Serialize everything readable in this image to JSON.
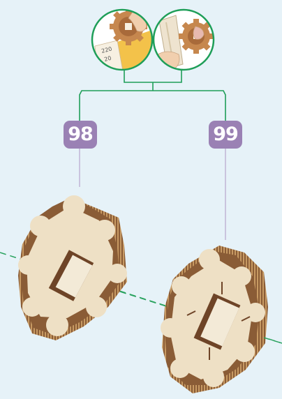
{
  "steps": [
    {
      "number": "98"
    },
    {
      "number": "99"
    }
  ],
  "detail_callout": {
    "scale_label_top": "220",
    "scale_label_bottom": "20",
    "icons": [
      "sanding-paper-icon",
      "sanding-stick-icon"
    ]
  },
  "colors": {
    "background": "#e6f2f8",
    "connector_green": "#1e9e58",
    "badge_purple": "#9a81b4",
    "axis_dash": "#29a25e",
    "wood_light": "#eee0c5",
    "wood_dark": "#7b5233",
    "sandpaper_yellow": "#f3c24a"
  }
}
